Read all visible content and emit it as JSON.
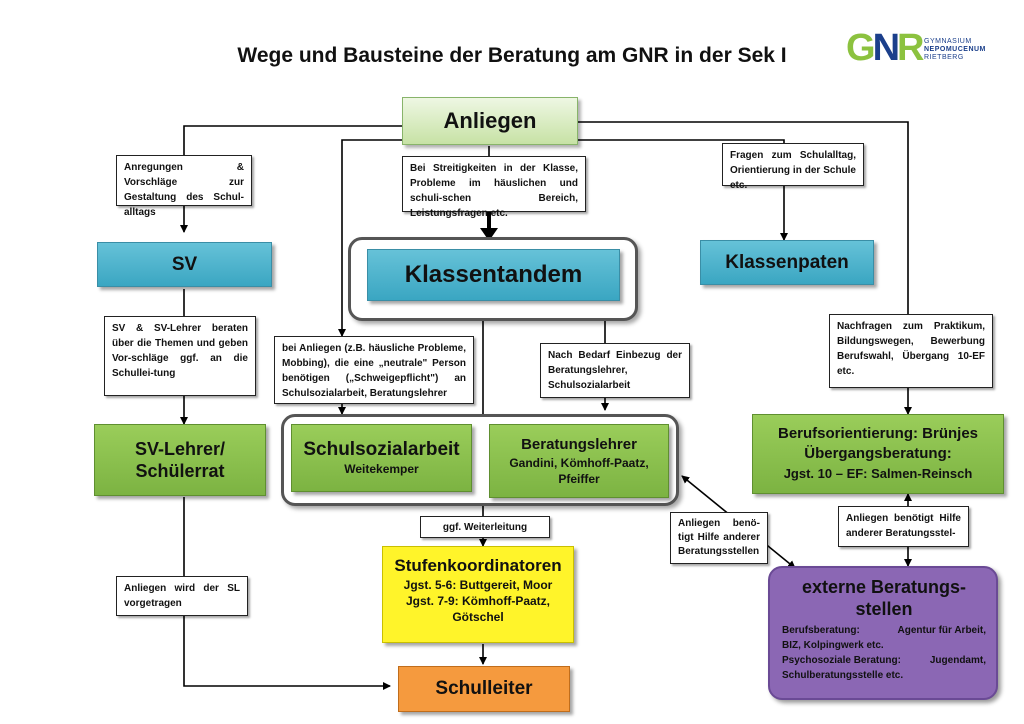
{
  "title": "Wege und Bausteine der Beratung am GNR in der Sek I",
  "logo": {
    "mark": "GNR",
    "line1": "GYMNASIUM",
    "line2": "NEPOMUCENUM",
    "line3": "RIETBERG"
  },
  "anliegen": "Anliegen",
  "notes": {
    "sv_top": "Anregungen & Vorschläge zur Gestaltung des Schul-alltags",
    "klassen_top": "Bei Streitigkeiten in der Klasse, Probleme im häuslichen und schuli-schen Bereich, Leistungsfragen etc.",
    "paten_top": "Fragen zum Schulalltag, Orientierung in der Schule etc.",
    "sv_mid": "SV & SV-Lehrer beraten über die Themen und geben Vor-schläge ggf. an die Schullei-tung",
    "neutral": "bei Anliegen (z.B. häusliche Probleme, Mobbing), die eine „neutrale\" Person benötigen („Schweigepflicht\") an Schulsozialarbeit, Beratungslehrer",
    "bedarf": "Nach Bedarf Einbezug der Beratungslehrer, Schulsozialarbeit",
    "praktikum": "Nachfragen zum Praktikum, Bildungswegen, Bewerbung Berufswahl, Übergang 10-EF etc.",
    "weiterleitung": "ggf. Weiterleitung",
    "sl": "Anliegen wird der SL vorgetragen",
    "hilfe_left": "Anliegen benö-tigt Hilfe anderer Beratungsstellen",
    "hilfe_right": "Anliegen benötigt Hilfe anderer Beratungsstel-"
  },
  "boxes": {
    "sv": "SV",
    "klassentandem": "Klassentandem",
    "klassenpaten": "Klassenpaten",
    "sv_lehrer_1": "SV-Lehrer/",
    "sv_lehrer_2": "Schülerrat",
    "schulsozial_title": "Schulsozialarbeit",
    "schulsozial_sub": "Weitekemper",
    "beratung_title": "Beratungslehrer",
    "beratung_sub1": "Gandini, Kömhoff-Paatz,",
    "beratung_sub2": "Pfeiffer",
    "beruf_title1": "Berufsorientierung: Brünjes",
    "beruf_title2": "Übergangsberatung:",
    "beruf_sub": "Jgst. 10 – EF: Salmen-Reinsch",
    "stufen_title": "Stufenkoordinatoren",
    "stufen_l1": "Jgst. 5-6: Buttgereit, Moor",
    "stufen_l2": "Jgst. 7-9: Kömhoff-Paatz,",
    "stufen_l3": "Götschel",
    "schulleiter": "Schulleiter",
    "extern_title1": "externe Beratungs-",
    "extern_title2": "stellen",
    "extern_l1a": "Berufsberatung:",
    "extern_l1b": "Agentur für Arbeit,",
    "extern_l2": "BIZ, Kolpingwerk etc.",
    "extern_l3a": "Psychosoziale Beratung:",
    "extern_l3b": "Jugendamt,",
    "extern_l4": "Schulberatungsstelle etc."
  }
}
